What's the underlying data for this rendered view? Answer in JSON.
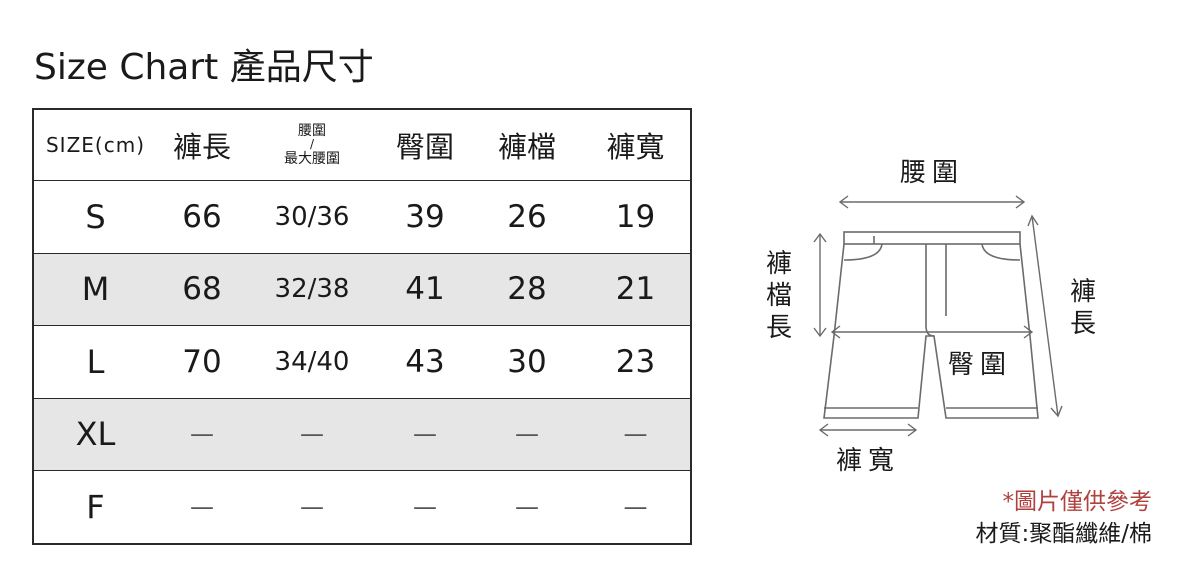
{
  "title": "Size Chart 產品尺寸",
  "table": {
    "headers": {
      "size": "SIZE(cm)",
      "length": "褲長",
      "waist_top": "腰圍",
      "waist_slash": "/",
      "waist_bottom": "最大腰圍",
      "hip": "臀圍",
      "rise": "褲檔",
      "leg_opening": "褲寬"
    },
    "rows": [
      {
        "size": "S",
        "length": "66",
        "waist": "30/36",
        "hip": "39",
        "rise": "26",
        "leg_opening": "19"
      },
      {
        "size": "M",
        "length": "68",
        "waist": "32/38",
        "hip": "41",
        "rise": "28",
        "leg_opening": "21"
      },
      {
        "size": "L",
        "length": "70",
        "waist": "34/40",
        "hip": "43",
        "rise": "30",
        "leg_opening": "23"
      },
      {
        "size": "XL",
        "length": "—",
        "waist": "—",
        "hip": "—",
        "rise": "—",
        "leg_opening": "—"
      },
      {
        "size": "F",
        "length": "—",
        "waist": "—",
        "hip": "—",
        "rise": "—",
        "leg_opening": "—"
      }
    ]
  },
  "diagram": {
    "waist_label": "腰圍",
    "rise_label": "褲檔長",
    "length_label": "褲長",
    "hip_label": "臀圍",
    "leg_opening_label": "褲寬"
  },
  "notes": {
    "disclaimer": "*圖片僅供參考",
    "material": "材質:聚酯纖維/棉"
  },
  "colors": {
    "row_shade": "#e6e6e6",
    "disclaimer": "#b0413e",
    "diagram_line": "#6b6b6b"
  }
}
